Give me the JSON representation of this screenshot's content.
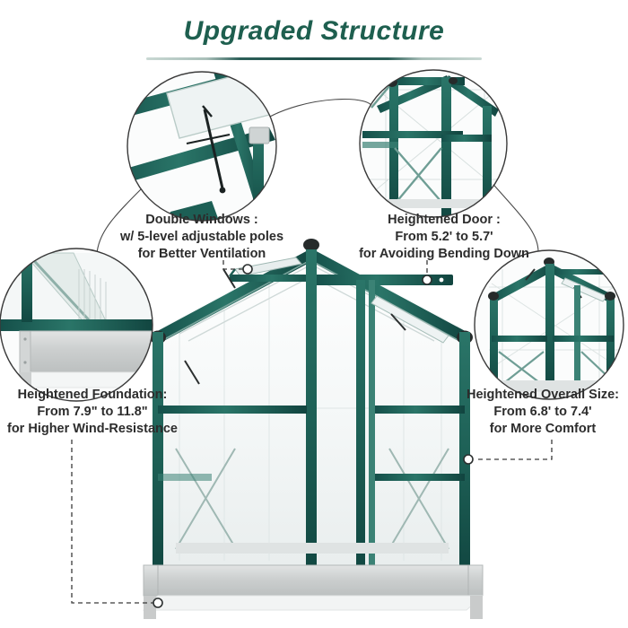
{
  "header": {
    "title": "Upgraded Structure",
    "title_color": "#1e5f4f",
    "rule_color": "#2c5f58"
  },
  "theme": {
    "frame_green_dark": "#1d5f55",
    "frame_green": "#2a7568",
    "frame_green_light": "#6f9e95",
    "foundation_grey": "#c9cbcb",
    "panel_glass": "#f3f6f6",
    "line_dark": "#333333",
    "caption_color": "#2c2c2c"
  },
  "callouts": [
    {
      "id": "double-windows",
      "position": "top-left",
      "detail_name": "roof-vent-window-closeup",
      "lines": [
        "Double Windows :",
        "w/ 5-level adjustable poles",
        "for Better Ventilation"
      ]
    },
    {
      "id": "heightened-door",
      "position": "top-right",
      "detail_name": "door-frame-closeup",
      "lines": [
        "Heightened Door :",
        "From 5.2' to 5.7'",
        "for Avoiding Bending Down"
      ]
    },
    {
      "id": "heightened-foundation",
      "position": "bottom-left",
      "detail_name": "foundation-base-closeup",
      "lines": [
        "Heightened Foundation:",
        "From 7.9\" to 11.8\"",
        "for Higher Wind-Resistance"
      ]
    },
    {
      "id": "heightened-overall-size",
      "position": "bottom-right",
      "detail_name": "full-greenhouse-closeup",
      "lines": [
        "Heightened Overall Size:",
        "From 6.8' to 7.4'",
        "for More Comfort"
      ]
    }
  ],
  "product": {
    "name": "aluminum-frame-greenhouse",
    "frame_color": "#1d5f55",
    "base_color": "#c9cbcb"
  }
}
